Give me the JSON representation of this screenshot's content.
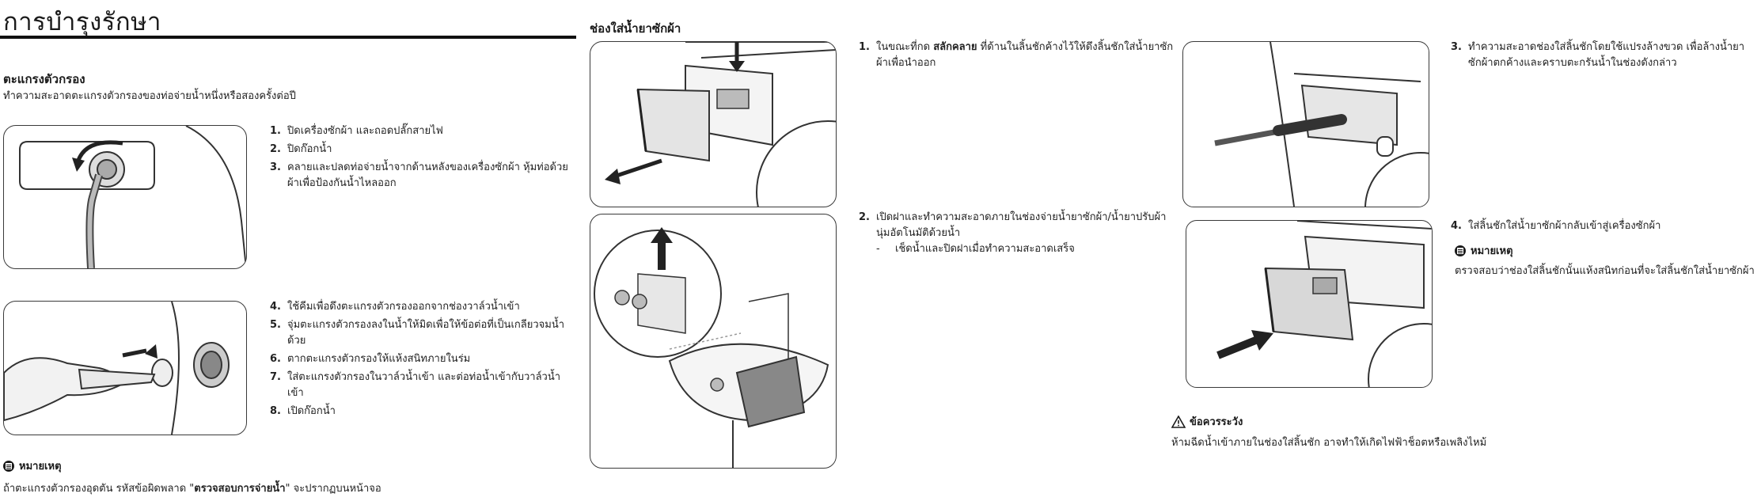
{
  "page": {
    "title": "การบำรุงรักษา"
  },
  "filter": {
    "heading": "ตะแกรงตัวกรอง",
    "intro": "ทำความสะอาดตะแกรงตัวกรองของท่อจ่ายน้ำหนึ่งหรือสองครั้งต่อปี",
    "steps_a": [
      {
        "num": "1.",
        "text": "ปิดเครื่องซักผ้า และถอดปลั๊กสายไฟ"
      },
      {
        "num": "2.",
        "text": "ปิดก๊อกน้ำ"
      },
      {
        "num": "3.",
        "text": "คลายและปลดท่อจ่ายน้ำจากด้านหลังของเครื่องซักผ้า หุ้มท่อด้วยผ้าเพื่อป้องกันน้ำไหลออก"
      }
    ],
    "steps_b": [
      {
        "num": "4.",
        "text": "ใช้คีมเพื่อดึงตะแกรงตัวกรองออกจากช่องวาล์วน้ำเข้า"
      },
      {
        "num": "5.",
        "text": "จุ่มตะแกรงตัวกรองลงในน้ำให้มิดเพื่อให้ข้อต่อที่เป็นเกลียวจมน้ำด้วย"
      },
      {
        "num": "6.",
        "text": "ตากตะแกรงตัวกรองให้แห้งสนิทภายในร่ม"
      },
      {
        "num": "7.",
        "text": "ใส่ตะแกรงตัวกรองในวาล์วน้ำเข้า และต่อท่อน้ำเข้ากับวาล์วน้ำเข้า"
      },
      {
        "num": "8.",
        "text": "เปิดก๊อกน้ำ"
      }
    ],
    "note_label": "หมายเหตุ",
    "note_prefix": "ถ้าตะแกรงตัวกรองอุดตัน รหัสข้อผิดพลาด \"",
    "note_bold": "ตรวจสอบการจ่ายน้ำ",
    "note_suffix": "\" จะปรากฏบนหน้าจอ"
  },
  "drawer": {
    "heading": "ช่องใส่น้ำยาซักผ้า",
    "step1_num": "1.",
    "step1_prefix": "ในขณะที่กด ",
    "step1_bold": "สลักคลาย",
    "step1_suffix": " ที่ด้านในลิ้นชักค้างไว้ให้ดึงลิ้นชักใส่น้ำยาซักผ้าเพื่อนำออก",
    "step2_num": "2.",
    "step2_text": "เปิดฝาและทำความสะอาดภายในช่องจ่ายน้ำยาซักผ้า/น้ำยาปรับผ้านุ่มอัตโนมัติด้วยน้ำ",
    "step2_sub_dash": "-",
    "step2_sub": "เช็ดน้ำและปิดฝาเมื่อทำความสะอาดเสร็จ",
    "step3_num": "3.",
    "step3_text": "ทำความสะอาดช่องใส่ลิ้นชักโดยใช้แปรงล้างขวด เพื่อล้างน้ำยาซักผ้าตกค้างและคราบตะกรันน้ำในช่องดังกล่าว",
    "step4_num": "4.",
    "step4_text": "ใส่ลิ้นชักใส่น้ำยาซักผ้ากลับเข้าสู่เครื่องซักผ้า",
    "note_label": "หมายเหตุ",
    "note_text": "ตรวจสอบว่าช่องใส่ลิ้นชักนั้นแห้งสนิทก่อนที่จะใส่ลิ้นชักใส่น้ำยาซักผ้า",
    "warn_label": "ข้อควรระวัง",
    "warn_text": "ห้ามฉีดน้ำเข้าภายในช่องใส่ลิ้นชัก อาจทำให้เกิดไฟฟ้าช็อตหรือเพลิงไหม้"
  }
}
